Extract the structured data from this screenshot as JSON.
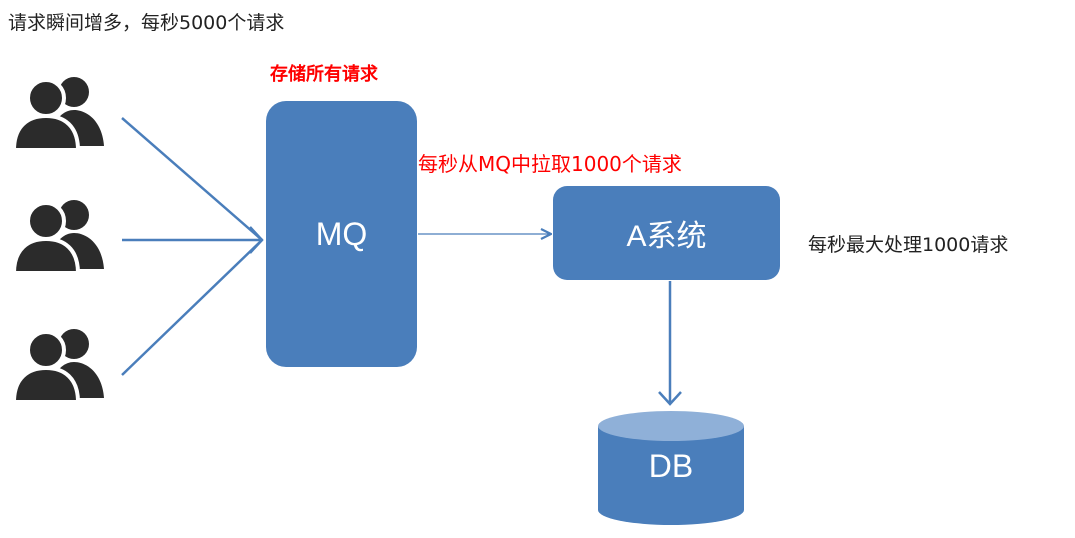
{
  "header": {
    "title": "请求瞬间增多，每秒5000个请求"
  },
  "labels": {
    "mq_store": "存储所有请求",
    "pull_rate": "每秒从MQ中拉取1000个请求",
    "capacity": "每秒最大处理1000请求"
  },
  "nodes": {
    "mq": "MQ",
    "system_a": "A系统",
    "db": "DB"
  },
  "colors": {
    "node_fill": "#4a7ebb",
    "db_top": "#8fb0d8",
    "arrow": "#4a7ebb",
    "highlight_text": "#ff0000",
    "icon": "#2b2b2b"
  },
  "icons": [
    "users-icon",
    "users-icon",
    "users-icon"
  ]
}
